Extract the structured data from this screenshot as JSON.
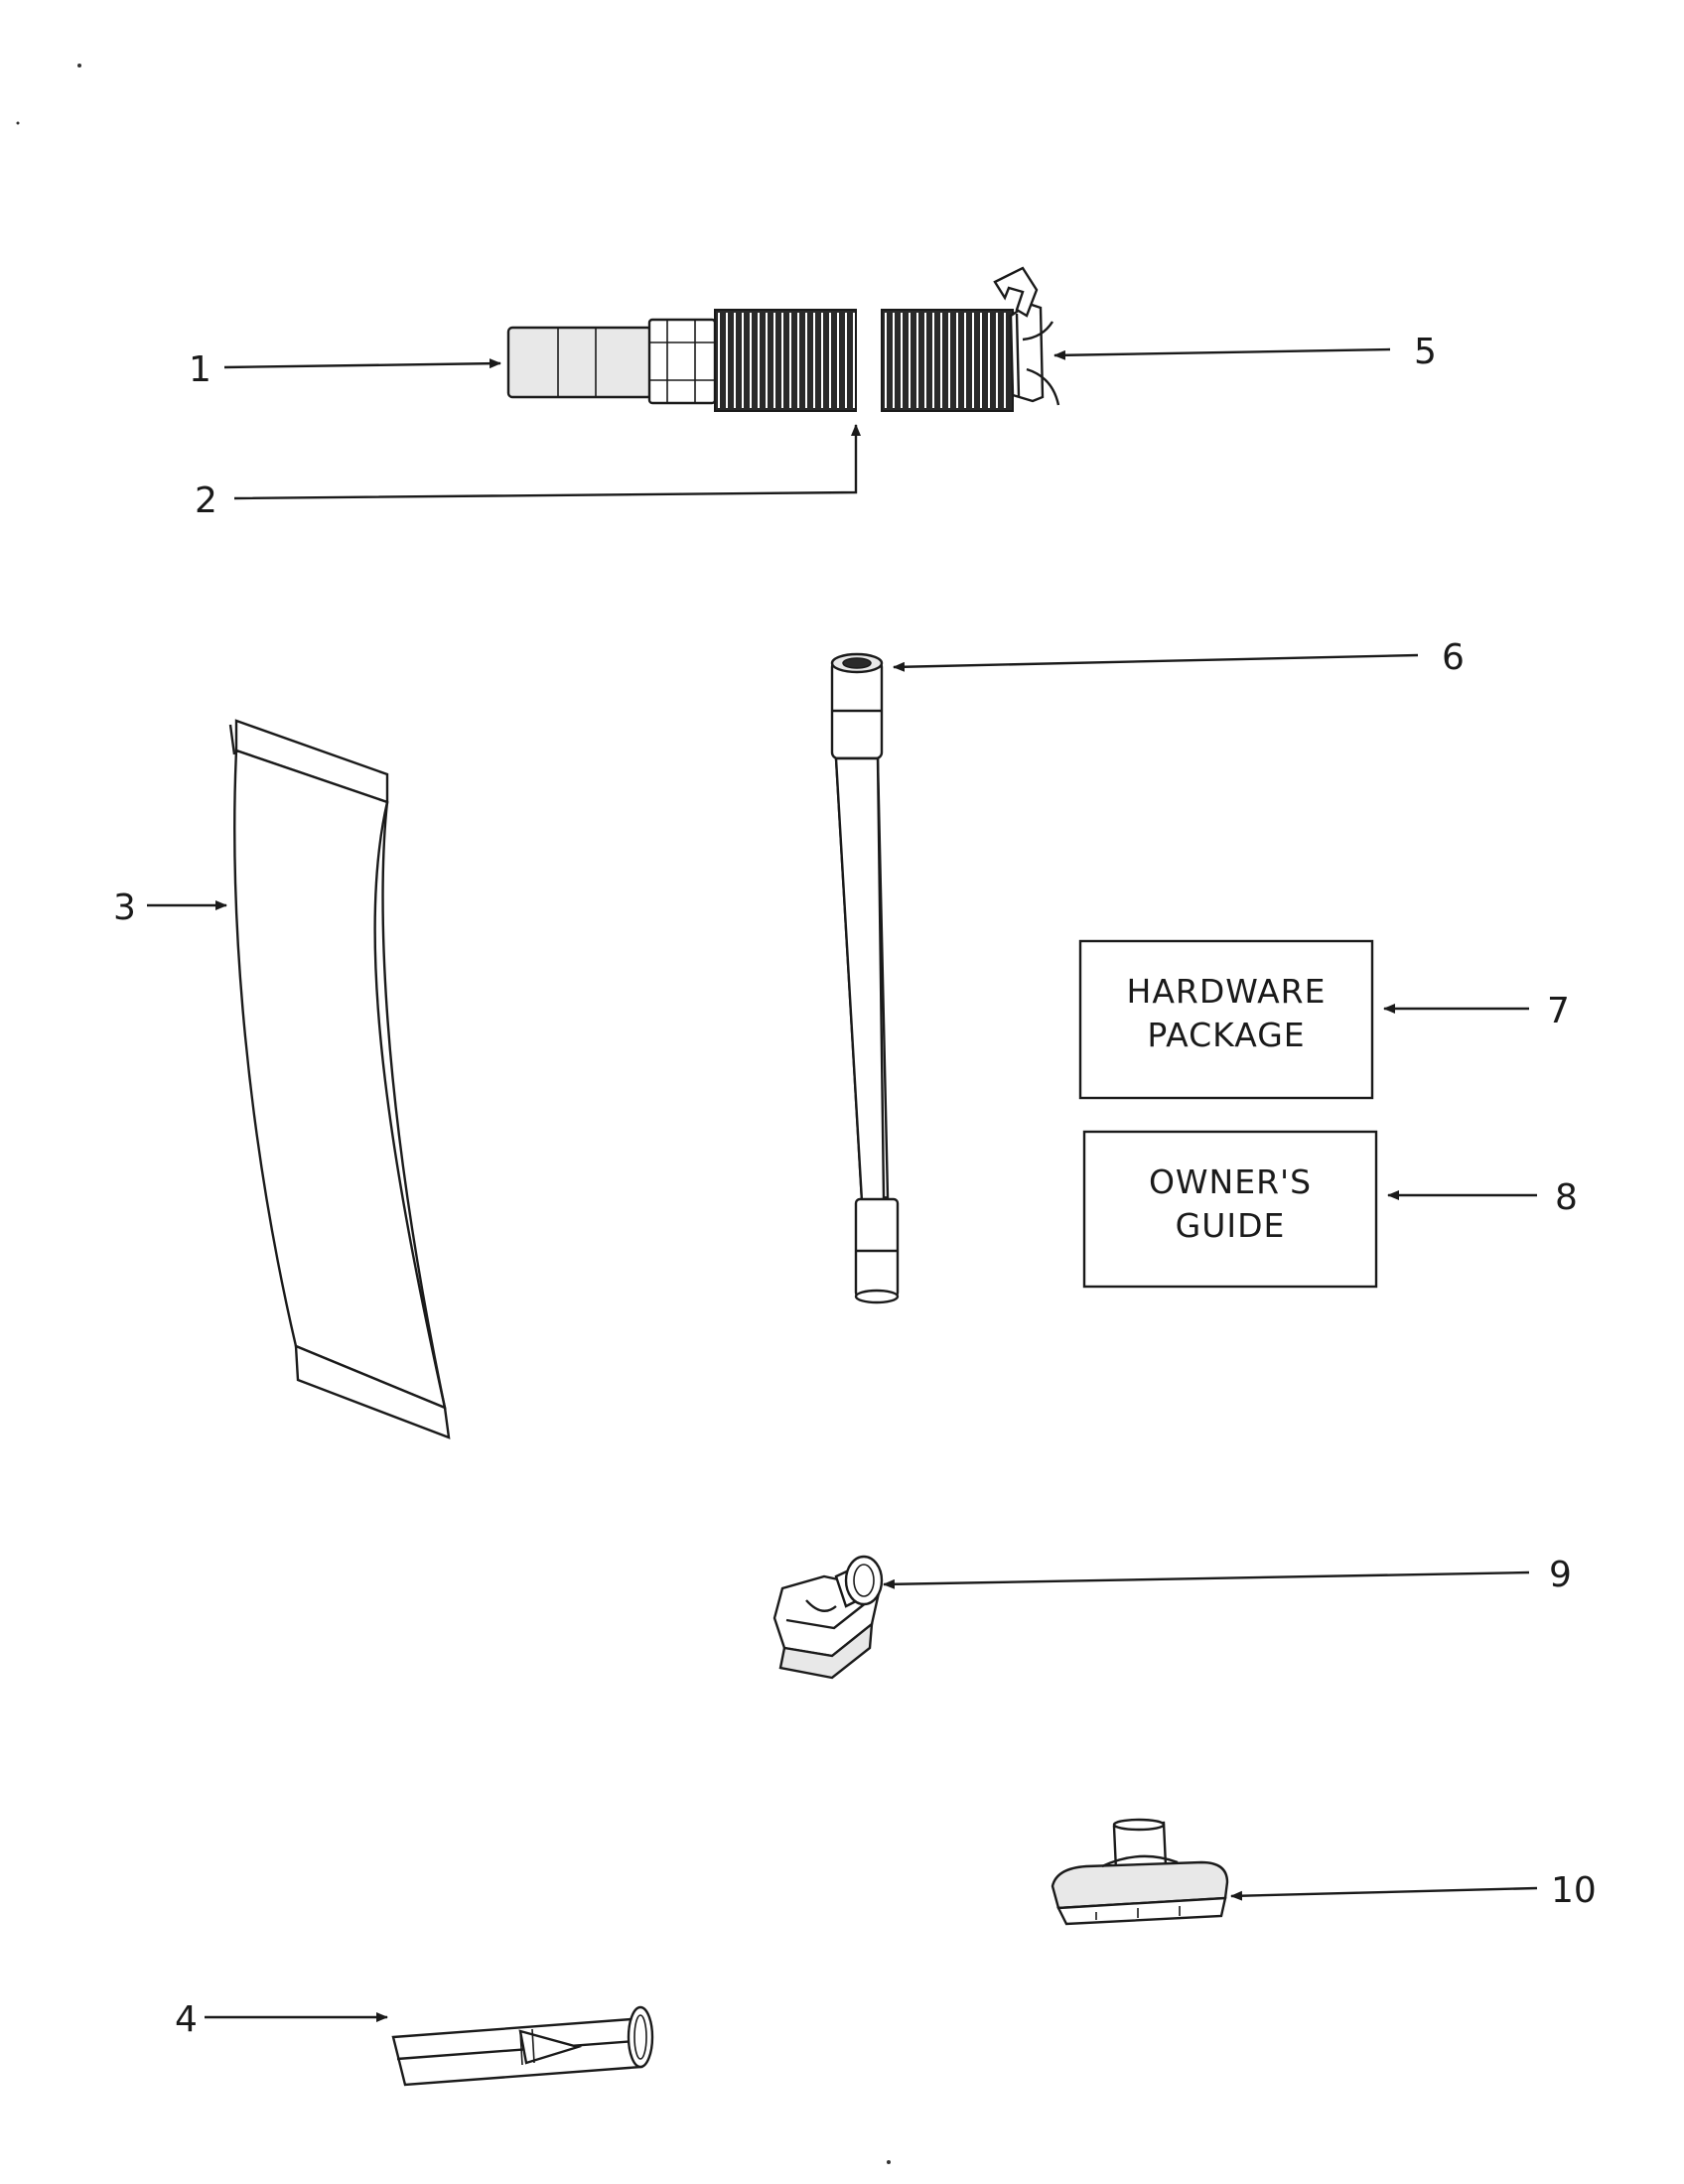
{
  "callouts": [
    {
      "id": "1",
      "label": "1"
    },
    {
      "id": "2",
      "label": "2"
    },
    {
      "id": "3",
      "label": "3"
    },
    {
      "id": "4",
      "label": "4"
    },
    {
      "id": "5",
      "label": "5"
    },
    {
      "id": "6",
      "label": "6"
    },
    {
      "id": "7",
      "label": "7"
    },
    {
      "id": "8",
      "label": "8"
    },
    {
      "id": "9",
      "label": "9"
    },
    {
      "id": "10",
      "label": "10"
    }
  ],
  "boxes": {
    "hardware": {
      "line1": "HARDWARE",
      "line2": "PACKAGE"
    },
    "guide": {
      "line1": "OWNER'S",
      "line2": "GUIDE"
    }
  }
}
